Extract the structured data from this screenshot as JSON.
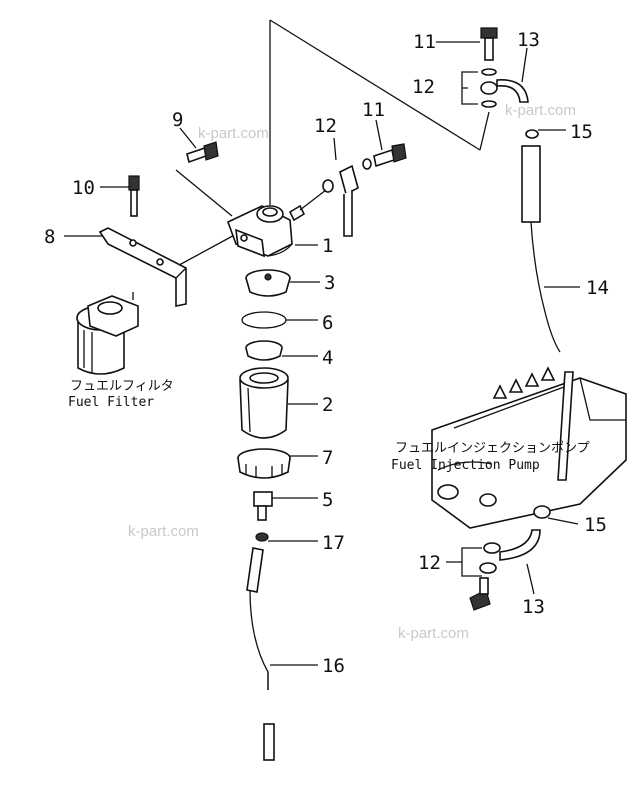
{
  "callouts": {
    "c1": "1",
    "c2": "2",
    "c3": "3",
    "c4": "4",
    "c5": "5",
    "c6": "6",
    "c7": "7",
    "c8": "8",
    "c9": "9",
    "c10": "10",
    "c11a": "11",
    "c11b": "11",
    "c12a": "12",
    "c12b": "12",
    "c12c": "12",
    "c13a": "13",
    "c13b": "13",
    "c14": "14",
    "c15a": "15",
    "c15b": "15",
    "c16": "16",
    "c17": "17"
  },
  "captions": {
    "fuel_filter_jp": "フュエルフィルタ",
    "fuel_filter_en": "Fuel Filter",
    "injection_pump_jp": "フュエルインジェクションポンプ",
    "injection_pump_en": "Fuel Injection Pump"
  },
  "watermarks": {
    "w1": "k-part.com",
    "w2": "k-part.com",
    "w3": "k-part.com",
    "w4": "k-part.com"
  }
}
